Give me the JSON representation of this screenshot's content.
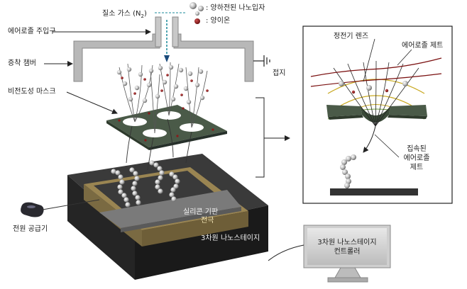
{
  "labels": {
    "nitrogen_gas_prefix": "질소 가스 (N",
    "nitrogen_gas_sub": "2",
    "nitrogen_gas_suffix": ")",
    "charged_nanoparticle": ": 양하전된 나노입자",
    "positive_ion": ": 양이온",
    "aerosol_inlet": "에어로졸 주입구",
    "deposition_chamber": "증착 챔버",
    "ground": "접지",
    "nonconductive_mask": "비전도성 마스크",
    "electrostatic_lens": "정전기 렌즈",
    "aerosol_jet": "에어로졸 제트",
    "focused_aerosol_jet_line1": "집속된",
    "focused_aerosol_jet_line2": "에어로졸",
    "focused_aerosol_jet_line3": "제트",
    "power_supply": "전원 공급기",
    "silicon_substrate": "실리콘 기판",
    "electrode": "전극",
    "nanostage_3d": "3차원 나노스테이지",
    "controller_line1": "3차원 나노스테이지",
    "controller_line2": "컨트롤러"
  },
  "colors": {
    "chamber": "#b8b8b8",
    "stage_top": "#3a3a3a",
    "stage_side": "#1e1e1e",
    "electrode": "#9a8552",
    "substrate": "#6e6e6e",
    "mask": "#4a5a48",
    "particle": "#d8d8d8",
    "ion": "#8b1a1a",
    "jet_line": "#7a1010",
    "gas_dash": "#1a8a9a"
  }
}
